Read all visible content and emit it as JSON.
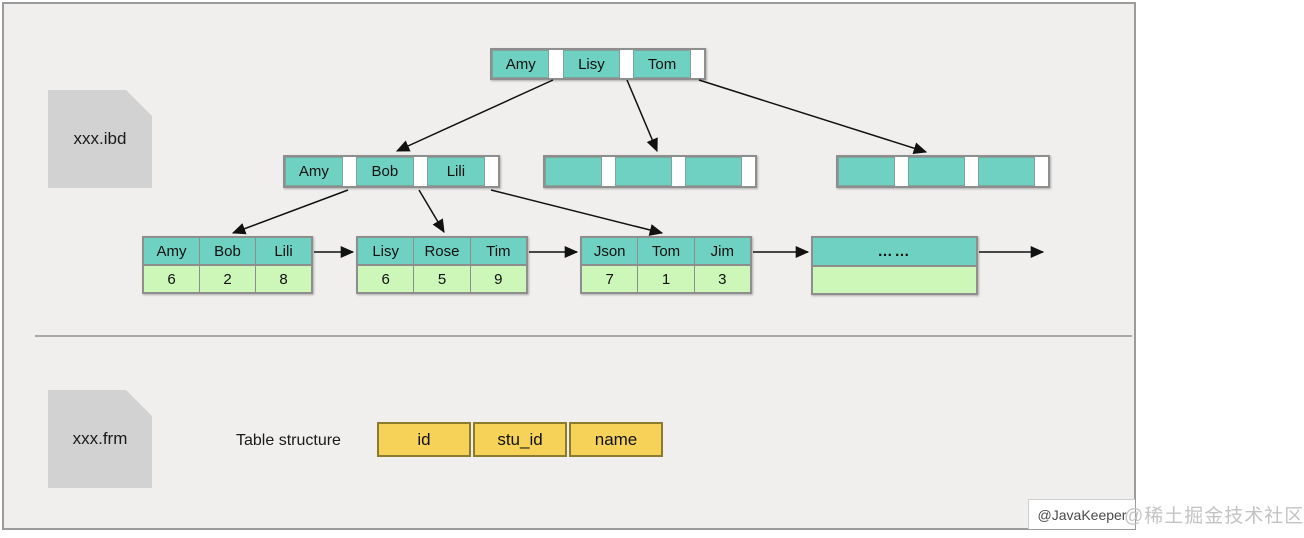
{
  "section_ibd": {
    "file_label": "xxx.ibd",
    "root_node": {
      "keys": [
        "Amy",
        "Lisy",
        "Tom"
      ]
    },
    "internal_nodes": [
      {
        "keys": [
          "Amy",
          "Bob",
          "Lili"
        ]
      },
      {
        "keys": [
          "",
          "",
          ""
        ]
      },
      {
        "keys": [
          "",
          "",
          ""
        ]
      }
    ],
    "leaf_nodes": [
      {
        "keys": [
          "Amy",
          "Bob",
          "Lili"
        ],
        "values": [
          "6",
          "2",
          "8"
        ]
      },
      {
        "keys": [
          "Lisy",
          "Rose",
          "Tim"
        ],
        "values": [
          "6",
          "5",
          "9"
        ]
      },
      {
        "keys": [
          "Json",
          "Tom",
          "Jim"
        ],
        "values": [
          "7",
          "1",
          "3"
        ]
      },
      {
        "keys": [
          "……"
        ],
        "values": [
          ""
        ]
      }
    ]
  },
  "section_frm": {
    "file_label": "xxx.frm",
    "table_structure_label": "Table structure",
    "columns": [
      "id",
      "stu_id",
      "name"
    ]
  },
  "watermarks": {
    "javakeeper": "@JavaKeeper",
    "juejin": "@稀土掘金技术社区"
  },
  "colors": {
    "key_cell_teal": "#6fd1c1",
    "value_cell_green": "#cdf6b9",
    "table_cell_yellow": "#f6d358",
    "table_border_olive": "#8a7b2f",
    "file_icon_gray": "#d2d2d2",
    "canvas_background": "#f0efee"
  }
}
